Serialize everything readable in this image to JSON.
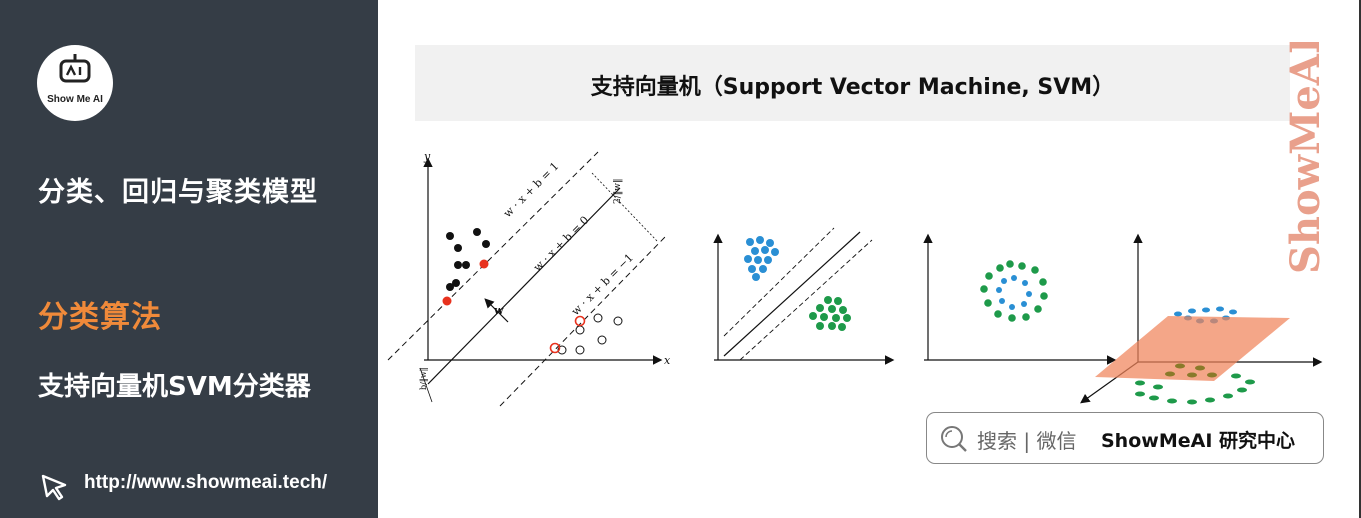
{
  "sidebar": {
    "logo_text": "Show Me AI",
    "section_title": "分类、回归与聚类模型",
    "category": "分类算法",
    "topic": "支持向量机SVM分类器",
    "url": "http://www.showmeai.tech/"
  },
  "header": {
    "title": "支持向量机（Support Vector Machine, SVM）"
  },
  "watermark": {
    "text": "ShowMeAI"
  },
  "diagram1": {
    "axis_x": "x",
    "axis_y": "y",
    "label_upper": "w · x + b = 1",
    "label_middle": "w · x + b = 0",
    "label_lower": "w · x + b = −1",
    "label_normal": "w",
    "margin_label": "2/‖w‖",
    "offset_label": "b/‖w‖"
  },
  "search": {
    "hint": "搜索 | 微信",
    "brand": "ShowMeAI 研究中心"
  },
  "colors": {
    "sidebar_bg": "#353d46",
    "accent_orange": "#f08a3a",
    "point_black": "#111111",
    "support_red": "#e8321e",
    "cluster_blue": "#2a8fd4",
    "cluster_green": "#1e9a4a",
    "plane_orange": "#f0835a",
    "watermark": "#e9a08c"
  },
  "icons": [
    "robot-face-icon",
    "pointer-cursor-icon",
    "search-icon"
  ]
}
